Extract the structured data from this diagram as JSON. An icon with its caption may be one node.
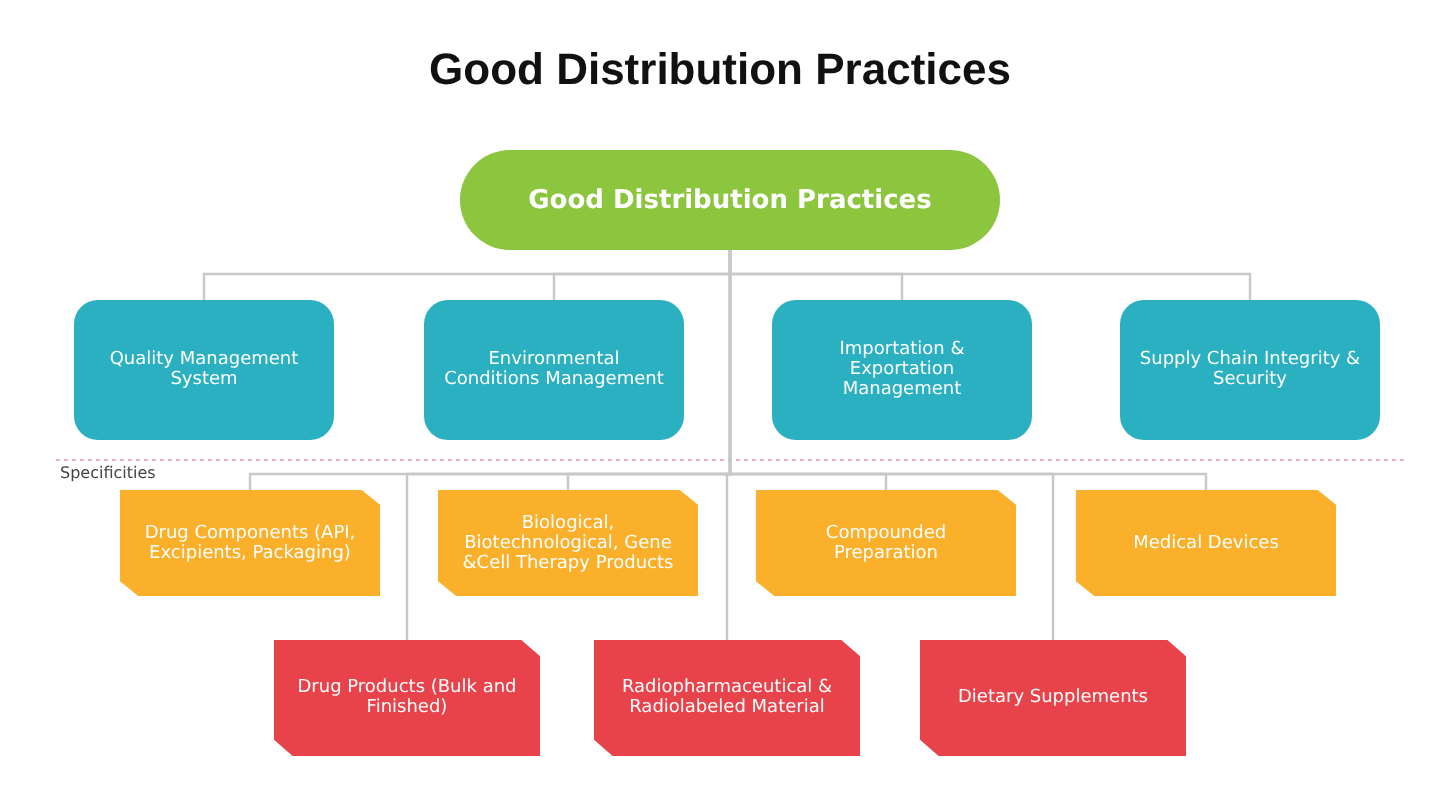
{
  "diagram": {
    "title": "Good Distribution Practices",
    "nodes": [
      {
        "text": [
          "Good Distribution Practices"
        ]
      },
      {
        "text": [
          "Quality Management System"
        ]
      },
      {
        "text": [
          "Environmental Conditions Management"
        ]
      },
      {
        "text": [
          "Importation & Exportation Management"
        ]
      },
      {
        "text": [
          "Supply Chain Integrity & Security"
        ]
      },
      {
        "text": [
          "Drug Components (API, Excipients, Packaging)"
        ]
      },
      {
        "text": [
          "Biological, Biotechnological, Gene &Cell Therapy Products"
        ]
      },
      {
        "text": [
          "Compounded Preparation"
        ]
      },
      {
        "text": [
          "Medical Devices"
        ]
      },
      {
        "text": [
          "Drug Products (Bulk and Finished)"
        ]
      },
      {
        "text": [
          "Radiopharmaceutical & Radiolabeled Material"
        ]
      },
      {
        "text": [
          "Dietary Supplements"
        ]
      }
    ],
    "edges": [
      {
        "from": 0,
        "to": 1,
        "arrow": "none"
      },
      {
        "from": 0,
        "to": 2,
        "arrow": "none"
      },
      {
        "from": 0,
        "to": 3,
        "arrow": "none"
      },
      {
        "from": 0,
        "to": 4,
        "arrow": "none"
      },
      {
        "from": 0,
        "to": 5,
        "arrow": "none"
      },
      {
        "from": 0,
        "to": 6,
        "arrow": "none"
      },
      {
        "from": 0,
        "to": 7,
        "arrow": "none"
      },
      {
        "from": 0,
        "to": 8,
        "arrow": "none"
      },
      {
        "from": 0,
        "to": 9,
        "arrow": "none"
      },
      {
        "from": 0,
        "to": 10,
        "arrow": "none"
      },
      {
        "from": 0,
        "to": 11,
        "arrow": "none"
      }
    ],
    "labels": [
      "Specificities"
    ]
  }
}
